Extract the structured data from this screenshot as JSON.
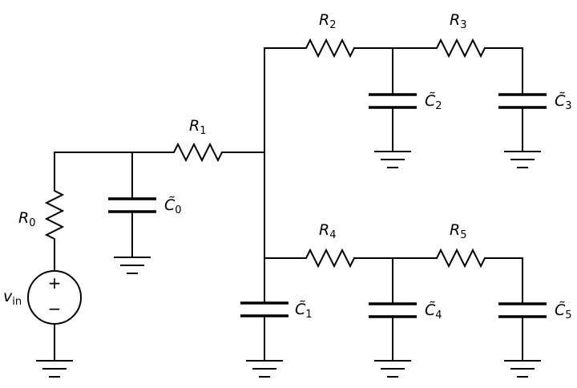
{
  "labels": {
    "r0": {
      "main": "R",
      "sub": "0"
    },
    "r1": {
      "main": "R",
      "sub": "1"
    },
    "r2": {
      "main": "R",
      "sub": "2"
    },
    "r3": {
      "main": "R",
      "sub": "3"
    },
    "r4": {
      "main": "R",
      "sub": "4"
    },
    "r5": {
      "main": "R",
      "sub": "5"
    },
    "c0": {
      "main": "C̃",
      "sub": "0"
    },
    "c1": {
      "main": "C̃",
      "sub": "1"
    },
    "c2": {
      "main": "C̃",
      "sub": "2"
    },
    "c3": {
      "main": "C̃",
      "sub": "3"
    },
    "c4": {
      "main": "C̃",
      "sub": "4"
    },
    "c5": {
      "main": "C̃",
      "sub": "5"
    },
    "vin": {
      "main": "v",
      "sub": "in"
    }
  },
  "source": {
    "plus": "+",
    "minus": "−"
  }
}
